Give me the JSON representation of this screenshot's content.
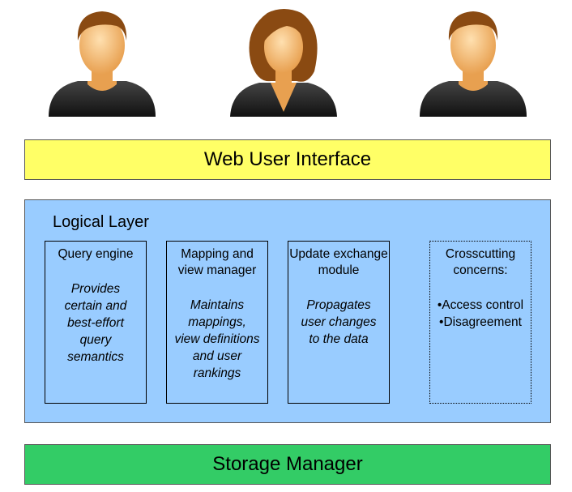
{
  "users": [
    {
      "icon": "male-user-icon"
    },
    {
      "icon": "female-user-icon"
    },
    {
      "icon": "male-user-icon"
    }
  ],
  "web_ui": {
    "label": "Web User Interface",
    "color": "#ffff66"
  },
  "logical_layer": {
    "title": "Logical Layer",
    "color": "#99ccff",
    "modules": [
      {
        "title": [
          "Query engine"
        ],
        "description": [
          "Provides",
          "certain and",
          "best-effort",
          "query",
          "semantics"
        ]
      },
      {
        "title": [
          "Mapping and",
          "view manager"
        ],
        "description": [
          "Maintains",
          "mappings,",
          "view definitions",
          "and user",
          "rankings"
        ]
      },
      {
        "title": [
          "Update exchange",
          "module"
        ],
        "description": [
          "Propagates",
          "user changes",
          "to the data"
        ]
      },
      {
        "title": [
          "Crosscutting",
          "concerns:"
        ],
        "items": [
          "•Access control",
          "•Disagreement"
        ]
      }
    ]
  },
  "storage": {
    "label": "Storage Manager",
    "color": "#33cc66"
  }
}
